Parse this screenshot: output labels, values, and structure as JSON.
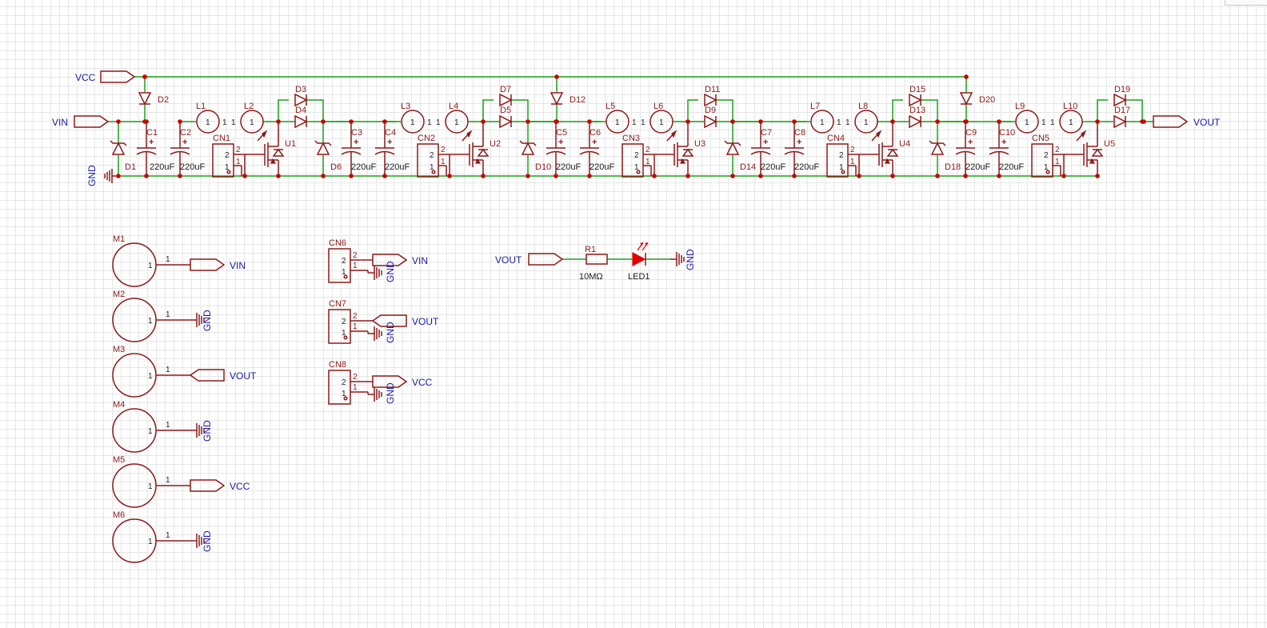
{
  "nets": {
    "vcc": "VCC",
    "vin": "VIN",
    "vout": "VOUT",
    "gnd": "GND"
  },
  "stages": [
    {
      "dz": "D1",
      "cap1": "C1",
      "cap2": "C2",
      "cap_value": "220uF",
      "l_in": "L1",
      "l_out": "L2",
      "cn": "CN1",
      "u": "U1",
      "d_top": "D3",
      "d_bot": "D4",
      "dz_out": "D6",
      "cap3": "C3",
      "cap4": "C4"
    },
    {
      "dz": "D6",
      "cap1": "C3",
      "cap2": "C4",
      "cap_value": "220uF",
      "l_in": "L3",
      "l_out": "L4",
      "cn": "CN2",
      "u": "U2",
      "d_top": "D7",
      "d_bot": "D5",
      "dz_out": "D10",
      "cap3": "C5",
      "cap4": "C6"
    },
    {
      "dz": "D10",
      "cap1": "C5",
      "cap2": "C6",
      "cap_value": "220uF",
      "l_in": "L5",
      "l_out": "L6",
      "cn": "CN3",
      "u": "U3",
      "d_top": "D11",
      "d_bot": "D9",
      "dz_out": "D14",
      "cap3": "C7",
      "cap4": "C8"
    },
    {
      "dz": "D14",
      "cap1": "C7",
      "cap2": "C8",
      "cap_value": "220uF",
      "l_in": "L7",
      "l_out": "L8",
      "cn": "CN4",
      "u": "U4",
      "d_top": "D15",
      "d_bot": "D13",
      "dz_out": "D18",
      "cap3": "C9",
      "cap4": "C10"
    },
    {
      "dz": "D18",
      "cap1": "C9",
      "cap2": "C10",
      "cap_value": "220uF",
      "l_in": "L9",
      "l_out": "L10",
      "cn": "CN5",
      "u": "U5",
      "d_top": "D19",
      "d_bot": "D17",
      "dz_out": "",
      "cap3": "",
      "cap4": ""
    }
  ],
  "vcc_diodes": [
    "D2",
    "D12",
    "D20"
  ],
  "pins": {
    "one": "1",
    "two": "2"
  },
  "mount_holes": [
    {
      "ref": "M1",
      "net": "VIN",
      "port": "right"
    },
    {
      "ref": "M2",
      "net": "GND",
      "port": "gnd"
    },
    {
      "ref": "M3",
      "net": "VOUT",
      "port": "left"
    },
    {
      "ref": "M4",
      "net": "GND",
      "port": "gnd"
    },
    {
      "ref": "M5",
      "net": "VCC",
      "port": "right"
    },
    {
      "ref": "M6",
      "net": "GND",
      "port": "gnd"
    }
  ],
  "connectors": [
    {
      "ref": "CN6",
      "net": "VIN",
      "port": "right"
    },
    {
      "ref": "CN7",
      "net": "VOUT",
      "port": "left"
    },
    {
      "ref": "CN8",
      "net": "VCC",
      "port": "right"
    }
  ],
  "indicator": {
    "net_in": "VOUT",
    "resistor": "R1",
    "resistor_value": "10MΩ",
    "led": "LED1",
    "net_gnd": "GND"
  },
  "colors": {
    "wire": "#19a219",
    "part": "#8b1a1a",
    "junction": "#cc0000",
    "netlabel": "#1a1aa0",
    "led": "#e00000"
  }
}
